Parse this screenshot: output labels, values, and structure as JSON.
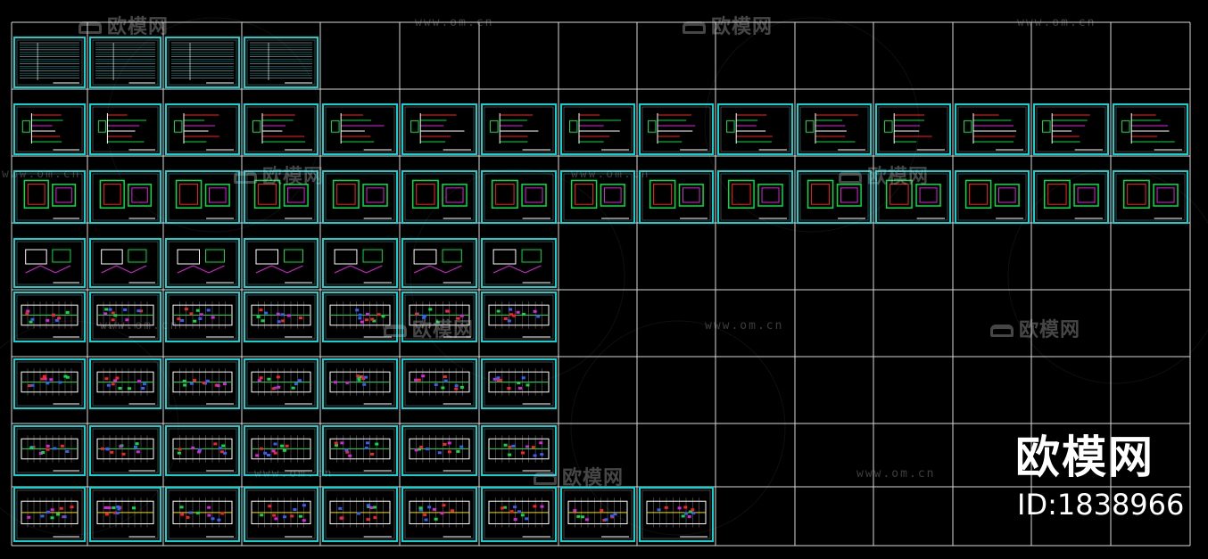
{
  "app": {
    "kind": "CAD drawing sheet overview"
  },
  "colors": {
    "background": "#000000",
    "grid_line": "#d8d8d8",
    "sheet_border": "#00d8d8",
    "line_green": "#00e040",
    "line_red": "#ff2020",
    "line_magenta": "#e020e0",
    "line_white": "#ffffff",
    "line_yellow": "#f0e000",
    "line_blue": "#3060ff"
  },
  "sheets": {
    "row_counts": [
      4,
      15,
      15,
      7,
      7,
      7,
      7,
      9
    ],
    "row_styles": [
      "table",
      "schematic",
      "room",
      "detail",
      "plan",
      "plan",
      "plan",
      "plan-color"
    ]
  },
  "watermarks": {
    "brand_small": "欧模网",
    "url": "www.om.cn",
    "brand_big": "欧模网",
    "id_text": "ID:1838966"
  }
}
